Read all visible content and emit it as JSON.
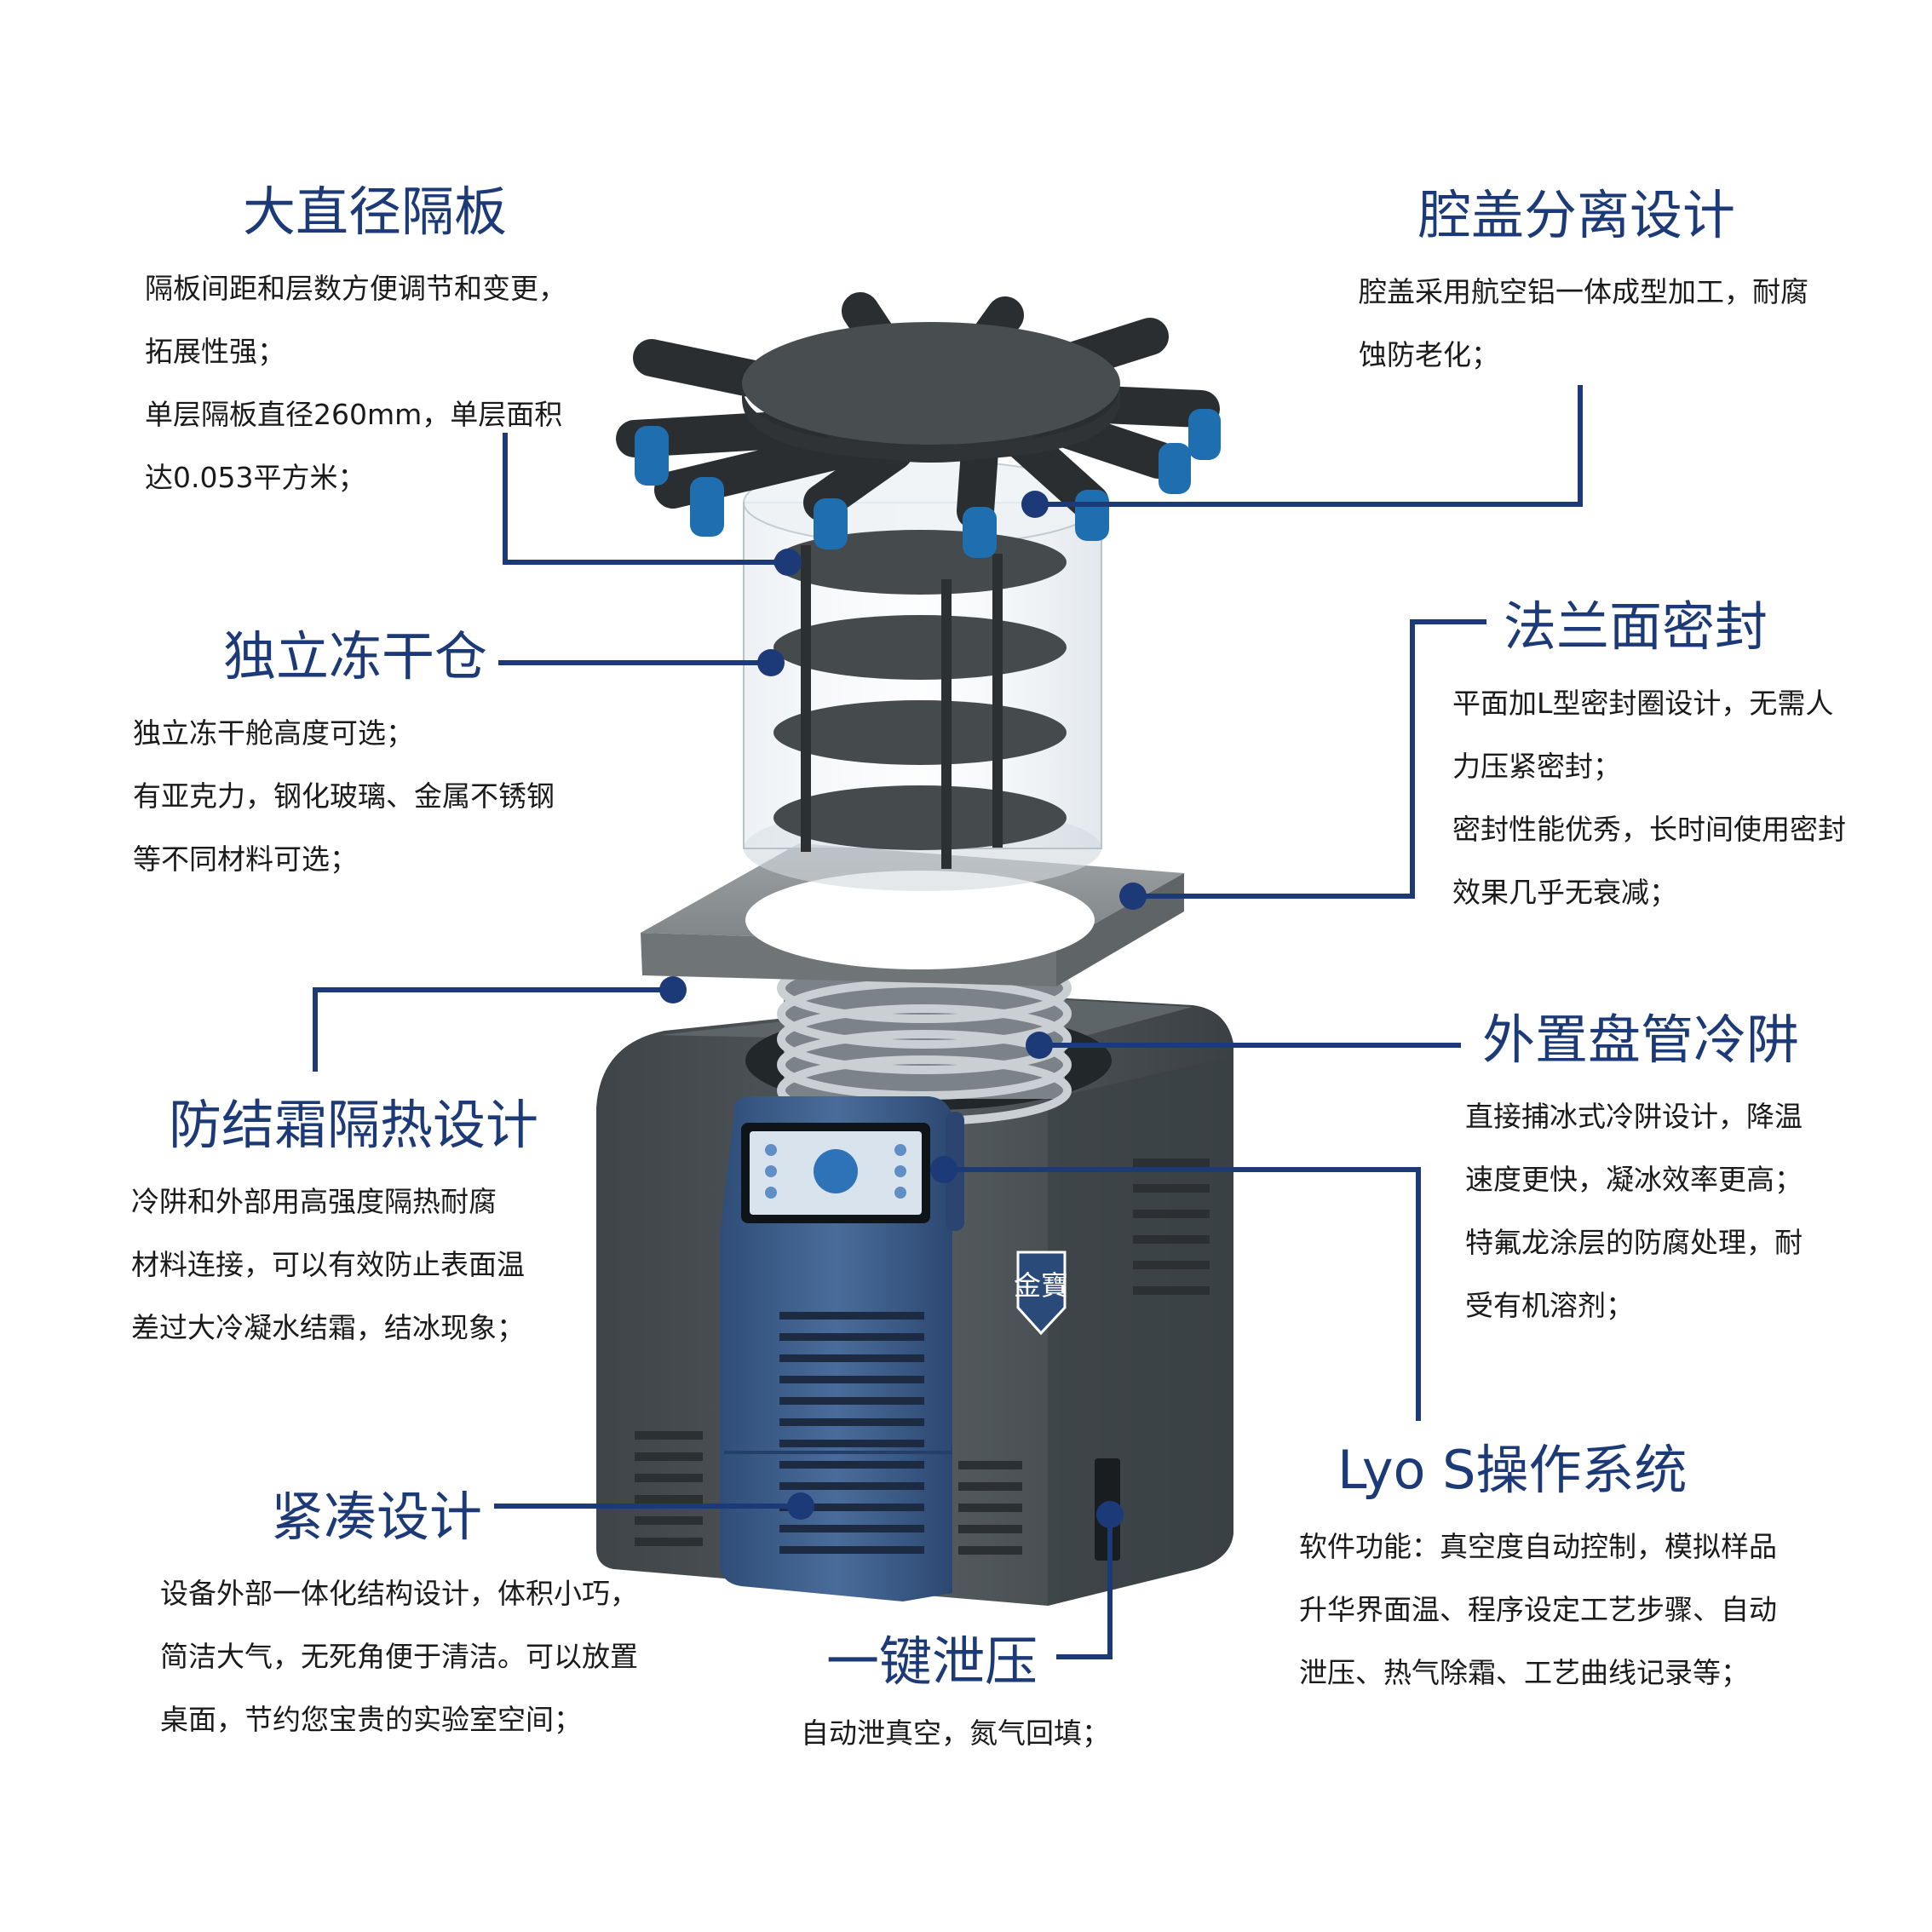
{
  "colors": {
    "accent": "#1d3a78",
    "body_text": "#1a1a1a",
    "housing": "#4b5154",
    "panel_blue": "#3e5f8c",
    "tube_blue": "#1e6aa8"
  },
  "logo": {
    "text": "金寶"
  },
  "features": [
    {
      "id": "plate",
      "title": "大直径隔板",
      "lines": [
        "隔板间距和层数方便调节和变更，",
        "拓展性强；",
        "单层隔板直径260mm，单层面积",
        "达0.053平方米；"
      ]
    },
    {
      "id": "lid",
      "title": "腔盖分离设计",
      "lines": [
        "腔盖采用航空铝一体成型加工，耐腐",
        "蚀防老化；"
      ]
    },
    {
      "id": "chamber",
      "title": "独立冻干仓",
      "lines": [
        "独立冻干舱高度可选；",
        "有亚克力，钢化玻璃、金属不锈钢",
        "等不同材料可选；"
      ]
    },
    {
      "id": "flange",
      "title": "法兰面密封",
      "lines": [
        "平面加L型密封圈设计，无需人",
        "力压紧密封；",
        "密封性能优秀，长时间使用密封",
        "效果几乎无衰减；"
      ]
    },
    {
      "id": "frost",
      "title": "防结霜隔热设计",
      "lines": [
        "冷阱和外部用高强度隔热耐腐",
        "材料连接，可以有效防止表面温",
        "差过大冷凝水结霜，结冰现象；"
      ]
    },
    {
      "id": "coil",
      "title": "外置盘管冷阱",
      "lines": [
        "直接捕冰式冷阱设计，降温",
        "速度更快，凝冰效率更高；",
        "特氟龙涂层的防腐处理，耐",
        "受有机溶剂；"
      ]
    },
    {
      "id": "compact",
      "title": "紧凑设计",
      "lines": [
        "设备外部一体化结构设计，体积小巧，",
        "简洁大气，无死角便于清洁。可以放置",
        "桌面，节约您宝贵的实验室空间；"
      ]
    },
    {
      "id": "lyo",
      "title": "Lyo S操作系统",
      "lines": [
        "软件功能：真空度自动控制，模拟样品",
        "升华界面温、程序设定工艺步骤、自动",
        "泄压、热气除霜、工艺曲线记录等；"
      ]
    },
    {
      "id": "vent",
      "title": "一键泄压",
      "lines": [
        "自动泄真空，氮气回填；"
      ]
    }
  ]
}
